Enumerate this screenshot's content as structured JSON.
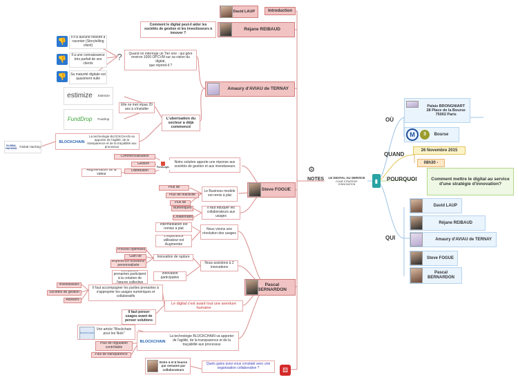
{
  "center": {
    "title": "LE DIGITAL AU SERVICE",
    "subtitle": "D'UNE STRATÉGIE",
    "subtitle2": "D'INNOVATION",
    "notes": "NOTES"
  },
  "ou": {
    "label": "OÙ",
    "lieu": "Palais BRONGNIART\n28 Place de la Bourse\n75002 Paris",
    "metro": "Bourse",
    "metro_num": "3",
    "metro_logo": "M"
  },
  "quand": {
    "label": "QUAND",
    "date": "26 Novembre 2015",
    "heure": "08h30 -"
  },
  "pourquoi": {
    "label": "POURQUOI",
    "question": "Comment mettre le digital au service d'une stratégie d'innovation?"
  },
  "qui": {
    "label": "QUI",
    "people": [
      "David LAUP",
      "Réjane REIBAUD",
      "Amaury d'AVIAU de TERNAY",
      "Steve FOGUE",
      "Pascal\nBERNARDON"
    ]
  },
  "intro": {
    "person": "David LAUP",
    "label": "Introduction"
  },
  "rejane": {
    "person": "Réjane REIBAUD",
    "question": "Comment le digital peut-il aider les sociétés de gestion et les investisseurs à innover ?"
  },
  "amaury": {
    "person": "Amaury d'AVIAU de TERNAY",
    "quand_interroge": "Quand on interroge un Tier one - qui gère environ 1000 OPCVM sur sa vision du digital,\nque répond-il ?",
    "thumbs": [
      "Il n'a aucune histoire à raconter (Storytelling client)",
      "Il a une connaissance très parfait de ses clients",
      "Sa maturité digitale est quasiment nulle"
    ],
    "uberisation": "L'uberisation du secteur a déjà commencé",
    "metropoles": "Elle ne met répas 20 ans à s'installer",
    "estimize": {
      "logo": "estimize",
      "label": "Estimize"
    },
    "fundrop": {
      "logo": "FundDrop",
      "label": "Fundrop"
    },
    "blockchain": "La technologie BLOCKCHAIN va apporter de l'agilité, de la transparence et de la traçabilité aux processus",
    "blockchain_logo": "BLOCKCHAIN",
    "global_hacking": "Global Hacking",
    "gh_logo": "GLOBAL HACKING"
  },
  "steve": {
    "person": "Steve FOGUE",
    "solution": "Notre solution apporte une réponse aux sociétés de gestion et aux investisseurs",
    "fundlogo": "FundLogic",
    "items_left": [
      "Commercialisation",
      "Gestion",
      "Distribution"
    ],
    "augmentation": "Augmentation de la valeur",
    "business": "Le Business modèle est remis à plat",
    "biz_items": [
      "Plus de",
      "Plus de réactivité",
      "Plus de"
    ],
    "eduquer": "Il faut éduquer les collaborateurs aux usages",
    "edu_items": [
      "Numériques",
      "Collaboratifs"
    ]
  },
  "pascal": {
    "person": "Pascal\nBERNARDON",
    "revolution": "Nous vivons une révolution des usages",
    "rev_items": [
      "Intermédiation est remise à plat",
      "L'expérience utilisateur est Augmentée"
    ],
    "innovations": "Nous assistons à 2 innovations",
    "rupture": "Innovation de rupture",
    "rupture_items": [
      "Process optimisés",
      "Gain de",
      "Expérience utilisateur personnalisée"
    ],
    "participative": "Innovation participative",
    "part_items": [
      "Les parties prenantes participent à la création de l'œuvre collective"
    ],
    "digital_aventure": "Le digital c'est avant tout une aventure humaine",
    "accompagner": "Il faut accompagner les parties prenantes à s'approprier les usages numériques et collaboratifs",
    "acc_items": [
      "Investisseurs",
      "Sociétés de gestion",
      "Advisors"
    ],
    "penser": "Il faut penser usages avant de penser solutions",
    "blockchain": "La technologie BLOCKCHAIN va apporter de l'agilité, de la transparence et de la traçabilité aux processus",
    "blockchain_logo": "BLOCKCHAIN",
    "bc_items": [
      "Voir article \"Blockchain pour les Nuls\"",
      "Plus de régulation contrôlable",
      "Plus de transparence"
    ],
    "news_logo": "BLOCKCHAIN",
    "gains_q": "Quels gains avez-vous constaté avec une organisation collaborative ?",
    "gains_a": "Entre 4 et 6 heures par semaine par collaborateurs"
  },
  "colors": {
    "red_branch": "#d98a8a",
    "blue_branch": "#9cc3e6",
    "yellow_branch": "#e3c55a",
    "green_branch": "#b3d78a"
  }
}
